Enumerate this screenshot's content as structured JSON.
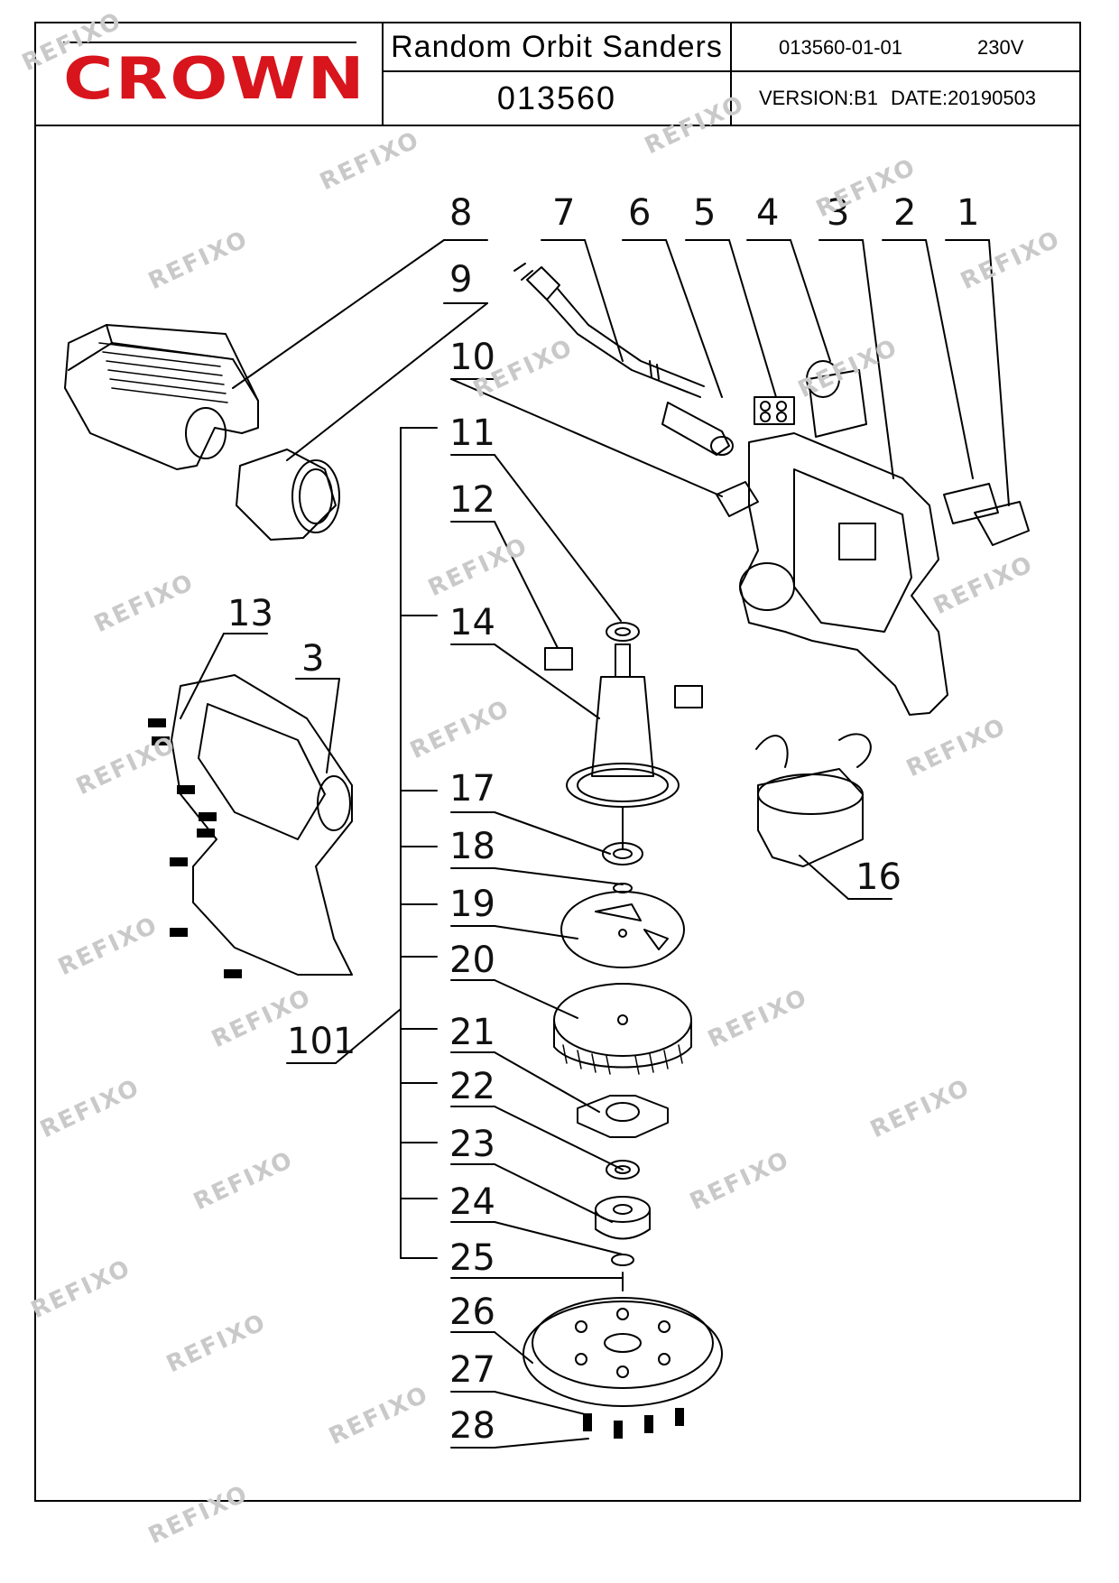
{
  "brand": {
    "logo_text": "CROWN",
    "color": "#d8141c"
  },
  "title_block": {
    "product_name": "Random Orbit Sanders",
    "model": "013560",
    "drawing_number": "013560-01-01",
    "voltage": "230V",
    "version": "VERSION:B1",
    "date": "DATE:20190503"
  },
  "watermark_text": "REFIXO",
  "callouts": [
    "8",
    "7",
    "6",
    "5",
    "4",
    "3",
    "2",
    "1",
    "9",
    "10",
    "11",
    "12",
    "14",
    "17",
    "18",
    "19",
    "20",
    "21",
    "22",
    "23",
    "24",
    "25",
    "26",
    "27",
    "28",
    "13",
    "3",
    "16",
    "101"
  ],
  "parts": [
    {
      "no": "1",
      "icon": "switch-button-icon"
    },
    {
      "no": "2",
      "icon": "switch-icon"
    },
    {
      "no": "3",
      "icon": "housing-half-icon"
    },
    {
      "no": "4",
      "icon": "capacitor-icon"
    },
    {
      "no": "5",
      "icon": "terminal-block-icon"
    },
    {
      "no": "6",
      "icon": "cord-guard-icon"
    },
    {
      "no": "7",
      "icon": "power-cord-plug-icon"
    },
    {
      "no": "8",
      "icon": "dust-box-icon"
    },
    {
      "no": "9",
      "icon": "dust-adapter-icon"
    },
    {
      "no": "10",
      "icon": "cord-clamp-icon"
    },
    {
      "no": "11",
      "icon": "bearing-icon"
    },
    {
      "no": "12",
      "icon": "brush-holder-icon"
    },
    {
      "no": "13",
      "icon": "screw-icon"
    },
    {
      "no": "14",
      "icon": "armature-icon"
    },
    {
      "no": "16",
      "icon": "stator-icon"
    },
    {
      "no": "17",
      "icon": "shaft-icon"
    },
    {
      "no": "18",
      "icon": "bearing-icon"
    },
    {
      "no": "19",
      "icon": "washer-icon"
    },
    {
      "no": "20",
      "icon": "baffle-plate-icon"
    },
    {
      "no": "21",
      "icon": "fan-icon"
    },
    {
      "no": "22",
      "icon": "bearing-seat-icon"
    },
    {
      "no": "23",
      "icon": "bearing-icon"
    },
    {
      "no": "24",
      "icon": "counterweight-icon"
    },
    {
      "no": "25",
      "icon": "spring-washer-icon"
    },
    {
      "no": "26",
      "icon": "screw-icon"
    },
    {
      "no": "27",
      "icon": "sanding-pad-icon"
    },
    {
      "no": "28",
      "icon": "screw-icon"
    },
    {
      "no": "101",
      "icon": "assembly-bracket-icon"
    }
  ]
}
